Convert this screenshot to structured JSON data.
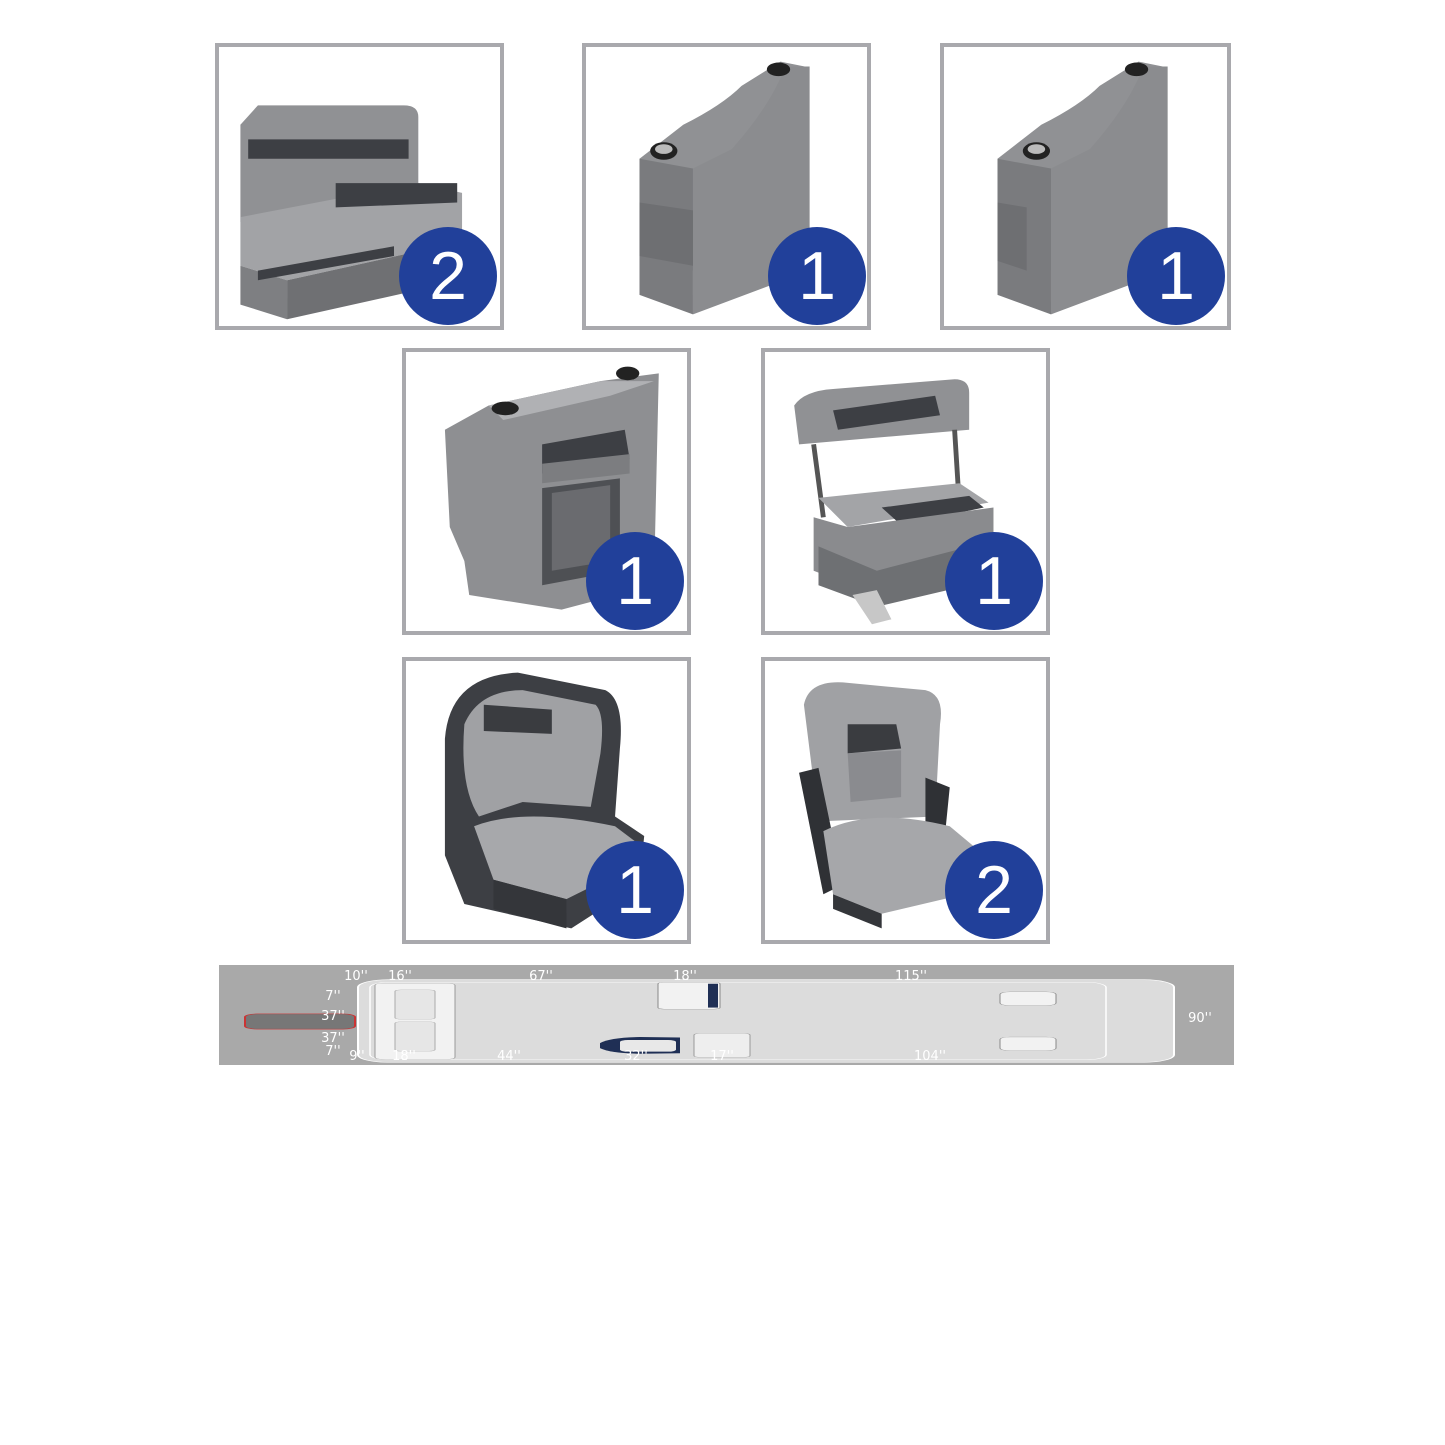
{
  "products": [
    {
      "name": "bench-seat",
      "quantity": "2"
    },
    {
      "name": "armrest-left",
      "quantity": "1"
    },
    {
      "name": "armrest-right",
      "quantity": "1"
    },
    {
      "name": "helm-console",
      "quantity": "1"
    },
    {
      "name": "flip-flop-cooler-seat",
      "quantity": "1"
    },
    {
      "name": "captain-bucket-seat",
      "quantity": "1"
    },
    {
      "name": "folding-fishing-seat",
      "quantity": "2"
    }
  ],
  "layout": {
    "top_dims": [
      "10''",
      "16''",
      "67''",
      "18''",
      "115''"
    ],
    "bottom_dims": [
      "9''",
      "18''",
      "44''",
      "32''",
      "17''",
      "104''"
    ],
    "left_dims": [
      "7''",
      "37''",
      "37''",
      "7''"
    ],
    "right_dim": "90''"
  },
  "colors": {
    "badge": "#21409a",
    "upholstery_gray": "#8e8f92",
    "upholstery_charcoal": "#3d3f44",
    "plan_background": "#a9a9a9",
    "deck": "#dcdcdc"
  }
}
